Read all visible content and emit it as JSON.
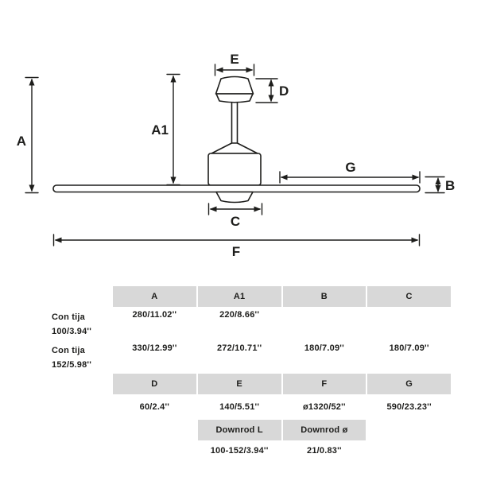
{
  "diagram": {
    "label_a": "A",
    "label_a1": "A1",
    "label_b": "B",
    "label_c": "C",
    "label_d": "D",
    "label_e": "E",
    "label_f": "F",
    "label_g": "G"
  },
  "table": {
    "headers_main": [
      "A",
      "A1",
      "B",
      "C"
    ],
    "row_groups": [
      {
        "label_top": "Con tija",
        "label_bottom": "100/3.94''",
        "values": [
          "280/11.02''",
          "220/8.66''",
          "",
          ""
        ]
      },
      {
        "label_top": "Con tija",
        "label_bottom": "152/5.98''",
        "values": [
          "330/12.99''",
          "272/10.71''",
          "180/7.09''",
          "180/7.09''"
        ]
      }
    ],
    "headers_secondary": [
      "D",
      "E",
      "F",
      "G"
    ],
    "values_secondary": [
      "60/2.4''",
      "140/5.51''",
      "ø1320/52''",
      "590/23.23''"
    ],
    "headers_downrod": [
      "Downrod L",
      "Downrod ø"
    ],
    "values_downrod": [
      "100-152/3.94''",
      "21/0.83''"
    ]
  }
}
